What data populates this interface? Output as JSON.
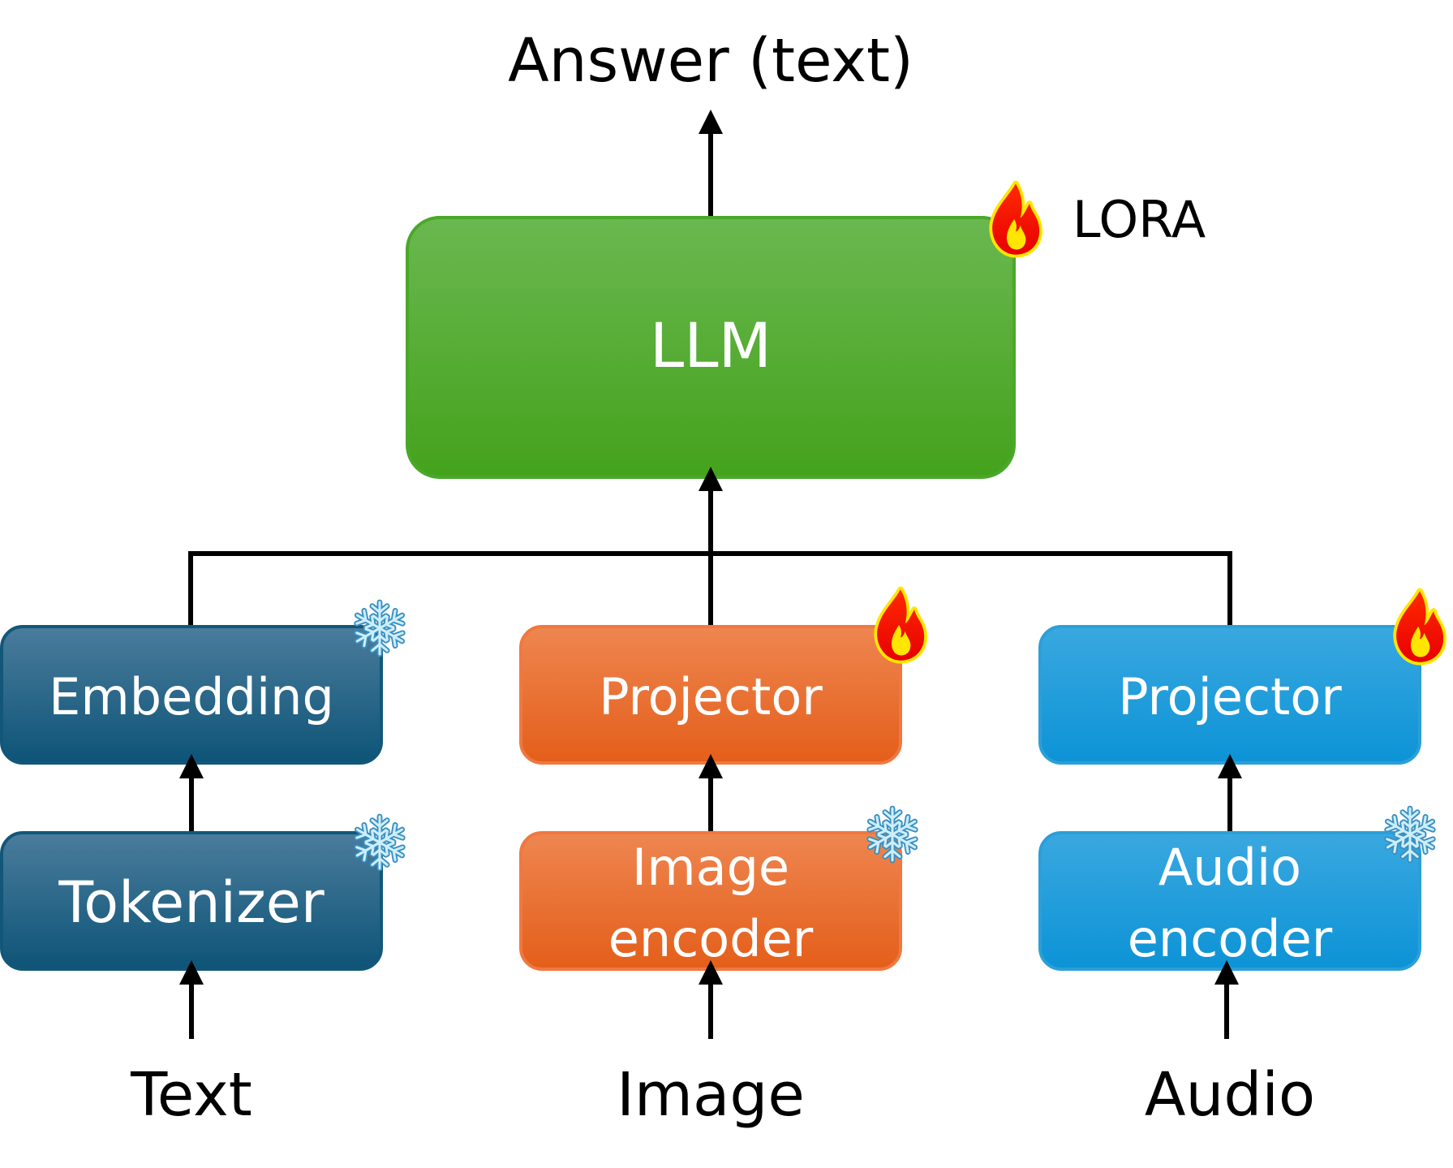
{
  "output_label": "Answer (text)",
  "lora_label": "LORA",
  "llm_label": "LLM",
  "text_column": {
    "upper_label": "Embedding",
    "lower_label": "Tokenizer",
    "input_label": "Text"
  },
  "image_column": {
    "upper_label": "Projector",
    "lower_label_line1": "Image",
    "lower_label_line2": "encoder",
    "input_label": "Image"
  },
  "audio_column": {
    "upper_label": "Projector",
    "lower_label_line1": "Audio",
    "lower_label_line2": "encoder",
    "input_label": "Audio"
  },
  "colors": {
    "llm_top": "#6ab850",
    "llm_bottom": "#44a21c",
    "text_top": "#4b7c9c",
    "text_bottom": "#0d5477",
    "image_top": "#ee8650",
    "image_bottom": "#e45e1a",
    "audio_top": "#3aa8e0",
    "audio_bottom": "#0c93d6"
  },
  "icons": {
    "trainable": "fire-icon",
    "frozen": "snowflake-icon"
  }
}
